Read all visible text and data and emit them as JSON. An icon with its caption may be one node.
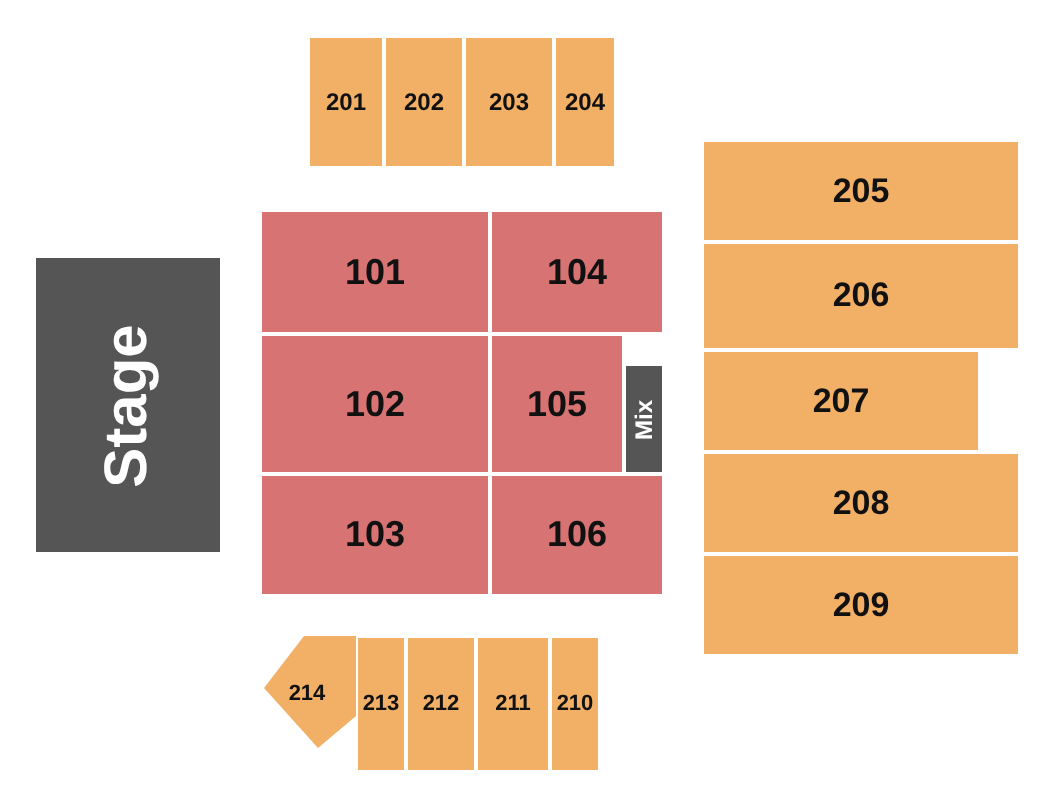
{
  "diagram": {
    "nodes": [
      {
        "text": [
          "201"
        ]
      },
      {
        "text": [
          "202"
        ]
      },
      {
        "text": [
          "203"
        ]
      },
      {
        "text": [
          "204"
        ]
      },
      {
        "text": [
          "205"
        ]
      },
      {
        "text": [
          "101"
        ]
      },
      {
        "text": [
          "104"
        ]
      },
      {
        "text": [
          "206"
        ]
      },
      {
        "text": [
          "Stage"
        ]
      },
      {
        "text": [
          "102"
        ]
      },
      {
        "text": [
          "105"
        ]
      },
      {
        "text": [
          "Mix"
        ]
      },
      {
        "text": [
          "207"
        ]
      },
      {
        "text": [
          "103"
        ]
      },
      {
        "text": [
          "106"
        ]
      },
      {
        "text": [
          "208"
        ]
      },
      {
        "text": [
          "209"
        ]
      },
      {
        "text": [
          "214"
        ]
      },
      {
        "text": [
          "213"
        ]
      },
      {
        "text": [
          "212"
        ]
      },
      {
        "text": [
          "211"
        ]
      },
      {
        "text": [
          "210"
        ]
      }
    ],
    "edges": []
  }
}
